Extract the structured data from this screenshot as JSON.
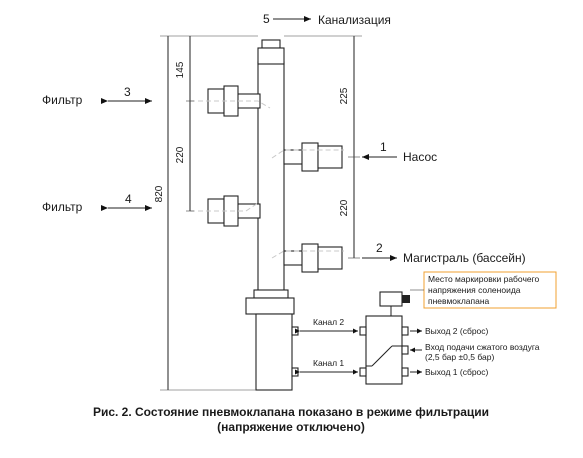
{
  "diagram": {
    "ports": {
      "sewer": {
        "number": "5",
        "label": "Канализация"
      },
      "pump": {
        "number": "1",
        "label": "Насос"
      },
      "mainline": {
        "number": "2",
        "label": "Магистраль (бассейн)"
      },
      "filter_top": {
        "number": "3",
        "label": "Фильтр"
      },
      "filter_bottom": {
        "number": "4",
        "label": "Фильтр"
      }
    },
    "dimensions": {
      "top_left": "145",
      "middle_left": "220",
      "total_height": "820",
      "top_right": "225",
      "bottom_right": "220"
    },
    "marking_note": [
      "Место маркировки рабочего",
      "напряжения соленоида",
      "пневмоклапана"
    ],
    "valve": {
      "channel_2": "Канал 2",
      "channel_1": "Канал 1",
      "outlet_2": "Выход 2 (сброс)",
      "air_inlet_line1": "Вход подачи сжатого воздуга",
      "air_inlet_line2": "(2,5 бар ±0,5 бар)",
      "outlet_1": "Выход 1 (сброс)"
    },
    "caption": {
      "line1": "Рис. 2. Состояние пневмоклапана показано в режиме фильтрации",
      "line2": "(напряжение отключено)"
    }
  },
  "colors": {
    "note_border": "#f0a030",
    "ink": "#1a1a1a"
  }
}
